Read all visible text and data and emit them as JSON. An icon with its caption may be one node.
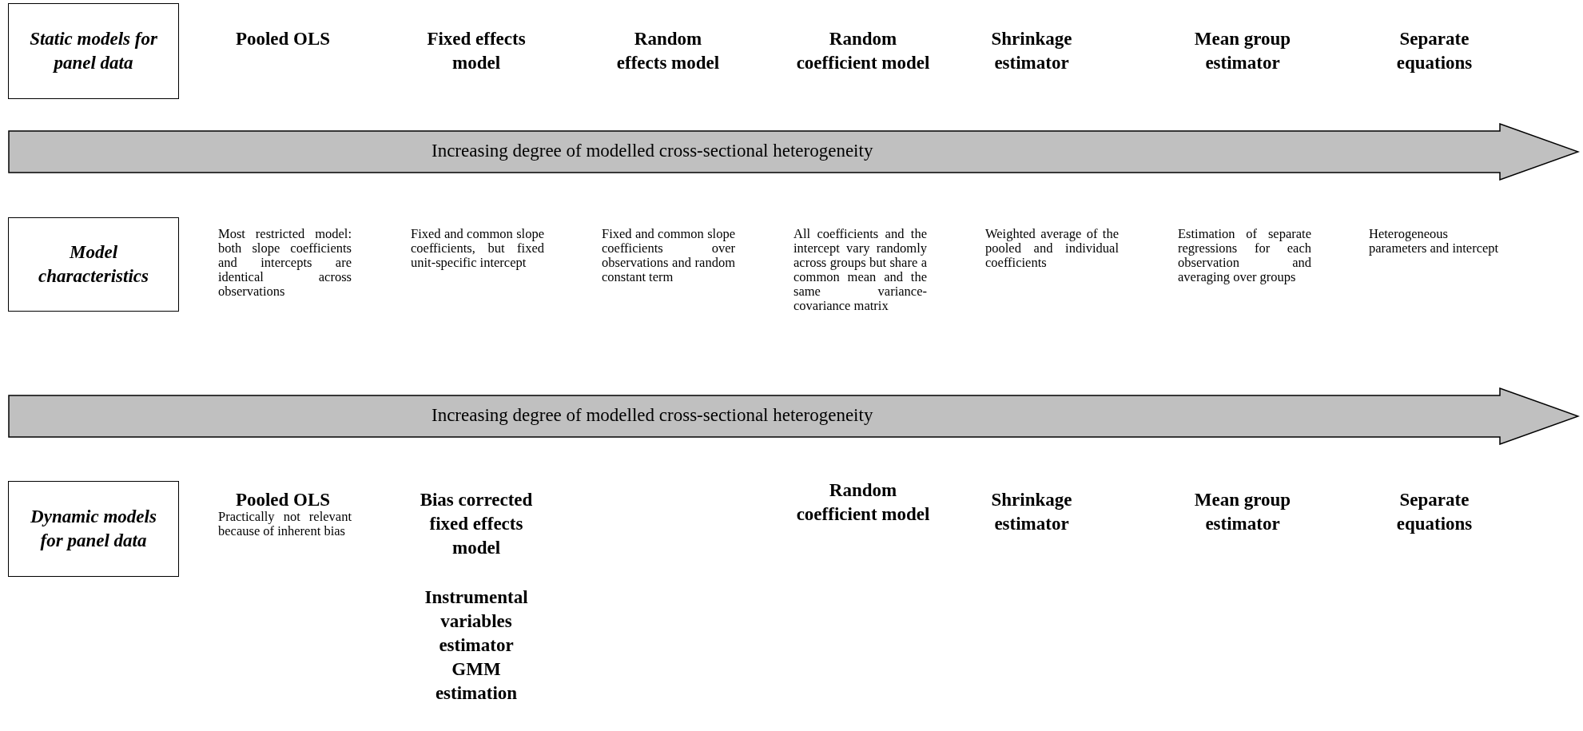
{
  "diagram": {
    "nodes": [
      {
        "text": [
          "Static models for panel data"
        ]
      },
      {
        "text": [
          "Increasing degree of modelled cross-sectional heterogeneity"
        ]
      },
      {
        "text": [
          "Model characteristics"
        ]
      },
      {
        "text": [
          "Increasing degree of modelled cross-sectional heterogeneity"
        ]
      },
      {
        "text": [
          "Dynamic models for panel data"
        ]
      }
    ],
    "edges": [],
    "labels": [
      "Pooled OLS",
      "Fixed effects model",
      "Random effects model",
      "Random coefficient model",
      "Shrinkage estimator",
      "Mean group estimator",
      "Separate equations",
      "Most restricted model: both slope coefficients and intercepts are identical across observations",
      "Fixed and common slope coefficients, but fixed unit-specific intercept",
      "Fixed and common slope coefficients over observations and random constant term",
      "All coefficients and the intercept vary randomly across groups but share a common mean and the same variance-covariance matrix",
      "Weighted average of the pooled and individual coefficients",
      "Estimation of separate regressions for each observation and averaging over groups",
      "Heterogeneous parameters and intercept",
      "Pooled OLS",
      "Practically not relevant because of inherent bias",
      "Bias corrected fixed effects model",
      "Instrumental variables estimator",
      "GMM estimation",
      "Random coefficient model",
      "Shrinkage estimator",
      "Mean group estimator",
      "Separate equations"
    ]
  }
}
